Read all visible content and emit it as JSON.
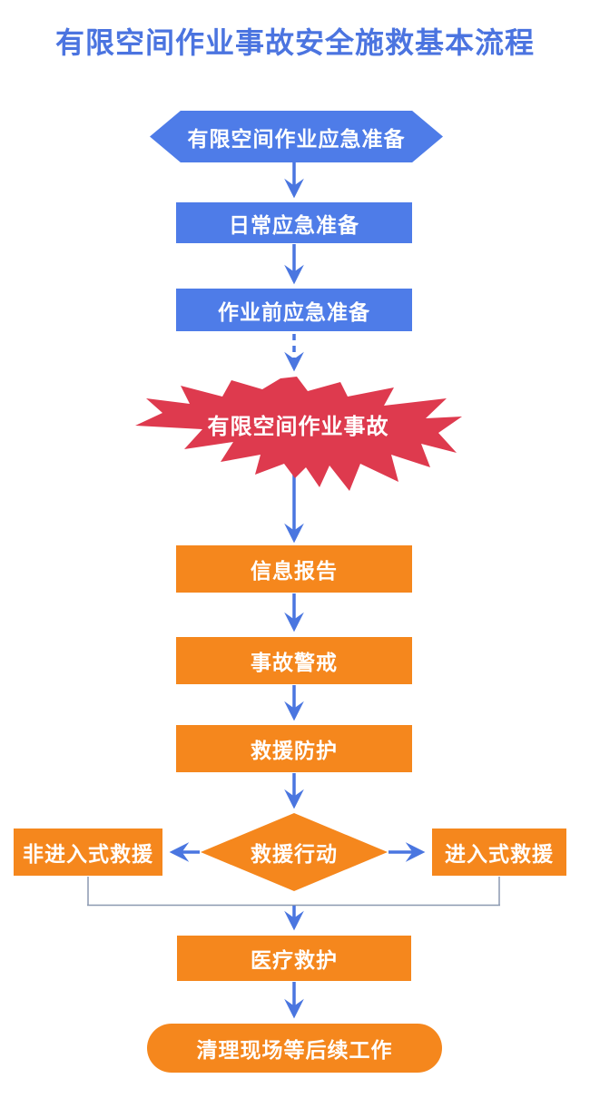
{
  "title": "有限空间作业事故安全施救基本流程",
  "colors": {
    "title_text": "#4b74e0",
    "blue_shape": "#4e7ce8",
    "orange_shape": "#f5871d",
    "red_burst": "#de3a4e",
    "arrow_blue": "#4a76e0",
    "merge_connector": "#8b99b0",
    "node_text": "#ffffff",
    "background": "#ffffff"
  },
  "flowchart": {
    "nodes": [
      {
        "id": "emergency-preparation",
        "shape": "hexagon",
        "color": "blue",
        "label": "有限空间作业应急准备"
      },
      {
        "id": "daily-preparation",
        "shape": "rectangle",
        "color": "blue",
        "label": "日常应急准备"
      },
      {
        "id": "pre-work-preparation",
        "shape": "rectangle",
        "color": "blue",
        "label": "作业前应急准备"
      },
      {
        "id": "accident",
        "shape": "starburst",
        "color": "red",
        "label": "有限空间作业事故"
      },
      {
        "id": "information-report",
        "shape": "rectangle",
        "color": "orange",
        "label": "信息报告"
      },
      {
        "id": "accident-alert",
        "shape": "rectangle",
        "color": "orange",
        "label": "事故警戒"
      },
      {
        "id": "rescue-protection",
        "shape": "rectangle",
        "color": "orange",
        "label": "救援防护"
      },
      {
        "id": "rescue-action",
        "shape": "diamond",
        "color": "orange",
        "label": "救援行动"
      },
      {
        "id": "non-entry-rescue",
        "shape": "rectangle",
        "color": "orange",
        "label": "非进入式救援"
      },
      {
        "id": "entry-rescue",
        "shape": "rectangle",
        "color": "orange",
        "label": "进入式救援"
      },
      {
        "id": "medical-care",
        "shape": "rectangle",
        "color": "orange",
        "label": "医疗救护"
      },
      {
        "id": "site-cleanup",
        "shape": "pill",
        "color": "orange",
        "label": "清理现场等后续工作"
      }
    ]
  }
}
